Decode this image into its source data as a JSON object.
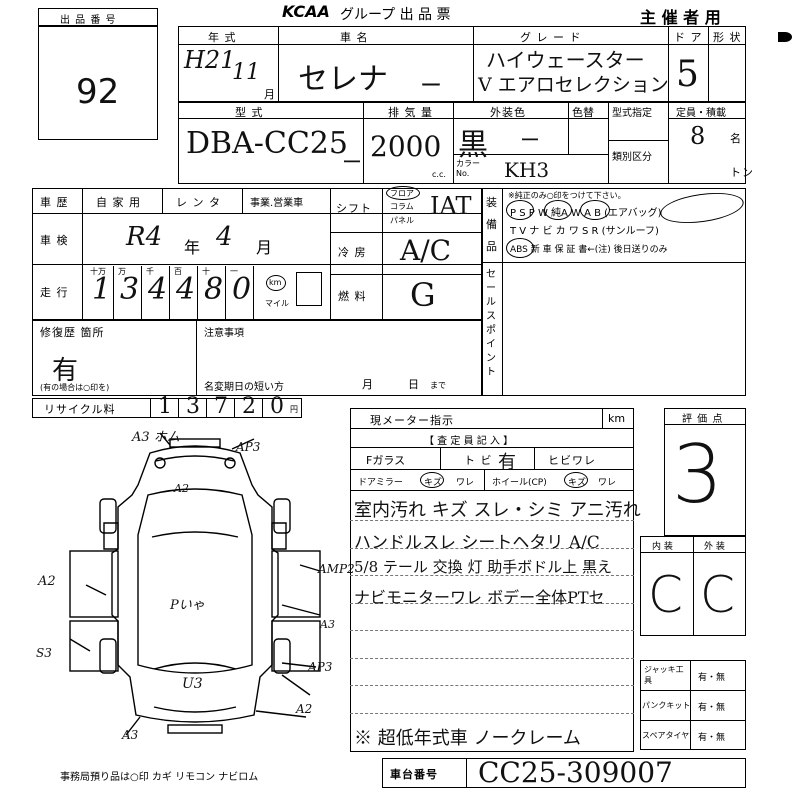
{
  "header": {
    "logo": "KCAA",
    "title": "グループ 出 品 票",
    "organizer": "主 催 者 用"
  },
  "lot": {
    "label": "出 品 番 号",
    "value": "92"
  },
  "row1": {
    "year_label": "年 式",
    "year_value": "H21",
    "month_value": "11",
    "month_suffix": "月",
    "car_label": "車 名",
    "car_value": "セレナ",
    "grade_label": "グ レ ー ド",
    "grade_value_1": "ハイウェースター",
    "grade_value_2": "V エアロセレクション",
    "door_label": "ド ア",
    "door_value": "5",
    "shape_label": "形 状"
  },
  "row2": {
    "type_label": "型 式",
    "type_value": "DBA-CC25",
    "cc_label": "排 気 量",
    "cc_value": "2000",
    "cc_unit": "c.c.",
    "color_label": "外装色",
    "color_value": "黒",
    "color_no_label": "カラー No.",
    "color_no_value": "KH3",
    "recolor_label": "色替",
    "designation_label": "型式指定",
    "class_label": "類別区分",
    "capacity_label": "定員・積載",
    "capacity_value": "8",
    "capacity_unit": "名",
    "load_unit": "トン"
  },
  "history": {
    "label": "車 歴",
    "private": "自 家 用",
    "rental": "レ ン タ",
    "business": "事業.営業車"
  },
  "inspection": {
    "label": "車 検",
    "value": "R4",
    "year": "年",
    "month_value": "4",
    "month": "月"
  },
  "mileage": {
    "label": "走 行",
    "units": [
      "十万",
      "万",
      "千",
      "百",
      "十",
      "一"
    ],
    "digits": [
      "1",
      "3",
      "4",
      "4",
      "8",
      "0"
    ],
    "km": "km",
    "mile": "マイル"
  },
  "shift": {
    "label": "シフト",
    "floor": "フロア",
    "column": "コラム",
    "panel": "パネル",
    "value": "IAT"
  },
  "aircon": {
    "label": "冷 房",
    "value": "A/C"
  },
  "fuel": {
    "label": "燃 料",
    "value": "G"
  },
  "equipment": {
    "label": "装 備 品",
    "note": "※純正のみ○印をつけて下さい。",
    "row1": "P S   P W   純A W   A B (エアバッグ)",
    "row2": "T V  ナ ビ カ ワ  S R (サンルーフ)",
    "row3": "ABS   新 車 保 証 書←(注) 後日送りのみ"
  },
  "sales_point": {
    "label": "セ ー ル ス ポ イ ン ト"
  },
  "repair": {
    "label": "修復歴 箇所",
    "value": "有",
    "note": "(有の場合は○印を)"
  },
  "notes": {
    "label": "注意事項",
    "deadline_label": "名変期日の短い方",
    "month": "月",
    "day": "日",
    "until": "まで"
  },
  "recycle": {
    "label": "リサイクル料",
    "digits": [
      "1",
      "3",
      "7",
      "2",
      "0"
    ],
    "unit": "円"
  },
  "meter": {
    "label": "現メーター指示",
    "unit": "km"
  },
  "inspector": {
    "title": "【 査 定 員 記 入 】",
    "glass_label": "Fガラス",
    "crack1": "ト ビ",
    "crack1_hw": "有",
    "crack2": "ヒビワレ",
    "door_mirror": "ドアミラー",
    "door_mirror_hw": "キズ",
    "door_mirror_2": "ワレ",
    "wheel": "ホイール(CP)",
    "wheel_hw": "キズ",
    "wheel_2": "ワレ",
    "notes_hw": [
      "室内汚れ キズ スレ・シミ アニ汚れ",
      "ハンドルスレ シートヘタリ A/C",
      "5/8 テール 交換 灯 助手ボドル上 黒え",
      "ナビモニターワレ ボデー全体PTセ",
      "",
      "",
      "",
      "",
      "※ 超低年式車 ノークレーム"
    ]
  },
  "score": {
    "label": "評 価 点",
    "value": "3"
  },
  "interior": {
    "label": "内 装",
    "value": "C"
  },
  "exterior": {
    "label": "外 装",
    "value": "C"
  },
  "tools": {
    "jack_label": "ジャッキ工具",
    "jack_value": "有・無",
    "puncture_label": "パンクキット",
    "puncture_value": "有・無",
    "spare_label": "スペアタイヤ",
    "spare_value": "有・無"
  },
  "diagram": {
    "marks": [
      "A3 ホム",
      "AP3",
      "A2",
      "A2",
      "AMP2",
      "A3",
      "S3",
      "AP3",
      "A2",
      "A3",
      "U3",
      "Pいゃ"
    ]
  },
  "footer": {
    "office_note": "事務局預り品は○印  カギ リモコン ナビロム",
    "chassis_label": "車台番号",
    "chassis_value": "CC25-309007"
  }
}
